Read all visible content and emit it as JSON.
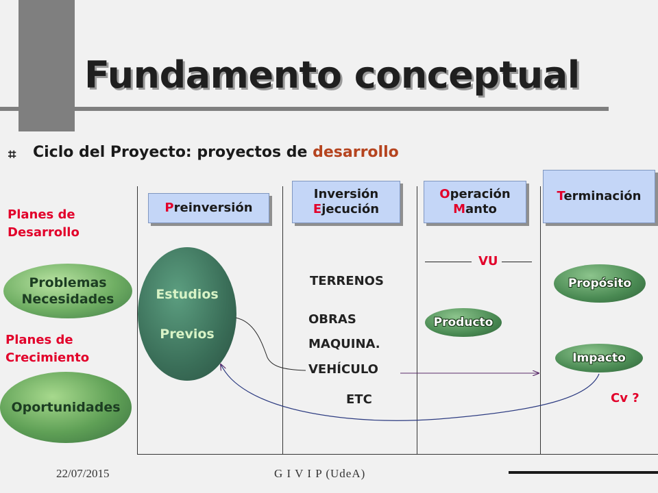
{
  "title": "Fundamento conceptual",
  "subtitle": {
    "prefix": "Ciclo del Proyecto: proyectos de ",
    "accent": "desarrollo"
  },
  "phases": [
    {
      "first": "P",
      "rest": "reinversión"
    },
    {
      "line1": "Inversión",
      "line2_first": "E",
      "line2_rest": "jecución"
    },
    {
      "line1_first": "O",
      "line1_rest": "peración",
      "line2_first": "M",
      "line2_rest": "anto"
    },
    {
      "first": "T",
      "rest": "erminación"
    }
  ],
  "left": {
    "planes_desarrollo": [
      "Planes de",
      "Desarrollo"
    ],
    "problemas": [
      "Problemas",
      "Necesidades"
    ],
    "planes_crecimiento": [
      "Planes de",
      "Crecimiento"
    ],
    "oportunidades": "Oportunidades"
  },
  "estudios": [
    "Estudios",
    "Previos"
  ],
  "items": {
    "terrenos": "TERRENOS",
    "obras": "OBRAS",
    "maquina": "MAQUINA.",
    "vehiculo": "VEHÍCULO",
    "etc": "ETC"
  },
  "vu": "VU",
  "producto": "Producto",
  "proposito": "Propósito",
  "impacto": "Impacto",
  "cv": "Cv ?",
  "footer": {
    "date": "22/07/2015",
    "org": "G I V I P (UdeA)"
  }
}
